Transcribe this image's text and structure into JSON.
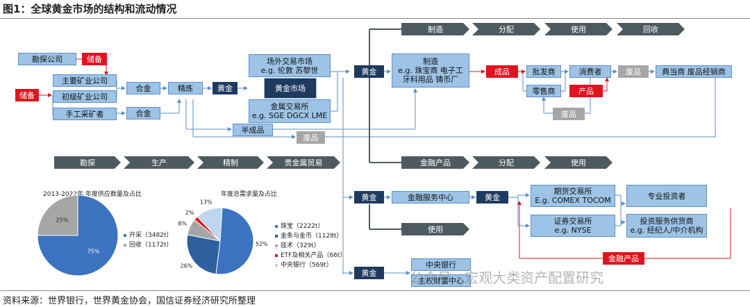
{
  "title": "图1：全球黄金市场的结构和流动情况",
  "source": "资料来源：世界银行，世界黄金协会，国信证券经济研究所整理",
  "watermark": "公众号 · 宏观大类资产配置研究",
  "top_chain": [
    "制造",
    "分配",
    "使用",
    "回收"
  ],
  "mid_chain": [
    "勘探",
    "生产",
    "精制",
    "贵金属贸易"
  ],
  "fin_chain": [
    "金融产品",
    "分配",
    "使用"
  ],
  "use_label": "使用",
  "nodes": {
    "kantan": "勘探公司",
    "chubei1": "储备",
    "chubei2": "储备",
    "major_mining": "主要矿业公司",
    "junior_mining": "初级矿业公司",
    "artisanal": "手工采矿者",
    "alloy1": "合金",
    "alloy2": "合金",
    "refining": "精炼",
    "gold1": "黄金",
    "otc": "场外交易市场\ne.g. 伦敦 苏黎世",
    "gold_market": "黄金市场",
    "exchange": "金属交易所\ne.g. SGE DGCX LME",
    "semi": "半成品",
    "scrap1": "废品",
    "gold2": "黄金",
    "manufacture": "制造\ne.g. 珠宝商 电子工\n牙科用品 铸币厂",
    "product1": "成品",
    "wholesaler": "批发商",
    "retailer": "零售商",
    "product2": "产品",
    "consumer": "消费者",
    "scrap2": "废品",
    "scrap3": "废品",
    "pawn": "典当商 废品经销商",
    "gold3": "黄金",
    "fin_center": "金融服务中心",
    "gold4": "黄金",
    "futures": "期货交易所\nE.g. COMEX TOCOM",
    "securities": "证券交易所\ne.g. NYSE",
    "pro_investor": "专业投资者",
    "inv_service": "投资服务供货商\ne.g. 经纪人/中介机构",
    "fin_product": "金融产品",
    "gold5": "黄金",
    "central_bank": "中央银行",
    "sovereign": "主权财富中心"
  },
  "colors": {
    "dark": "#1f3a5f",
    "light": "#9dc3e6",
    "red": "#e0141e",
    "gray": "#a6a6a6",
    "arrow": "#4d5a5f",
    "line": "#5b8ec6"
  },
  "pie_supply": {
    "title": "2013-2022年 年度供应数量及占比",
    "slices": [
      {
        "name": "开采（3482t）",
        "pct": 75,
        "label": "75%",
        "color": "#3b73c0"
      },
      {
        "name": "回收（1172t）",
        "pct": 25,
        "label": "25%",
        "color": "#a6a6a6"
      }
    ]
  },
  "pie_demand": {
    "title": "年度总需求量及占比",
    "slices": [
      {
        "name": "珠宝（2222t）",
        "pct": 52,
        "label": "52%",
        "color": "#3b73c0"
      },
      {
        "name": "金条与金币（1128t）",
        "pct": 26,
        "label": "26%",
        "color": "#2e5f9e"
      },
      {
        "name": "技术（329t）",
        "pct": 8,
        "label": "8%",
        "color": "#a6a6a6"
      },
      {
        "name": "ETF及相关产品（66t）",
        "pct": 2,
        "label": "2%",
        "color": "#e0141e"
      },
      {
        "name": "中央银行（569t）",
        "pct": 13,
        "label": "13%",
        "color": "#bdd7ee"
      }
    ]
  }
}
